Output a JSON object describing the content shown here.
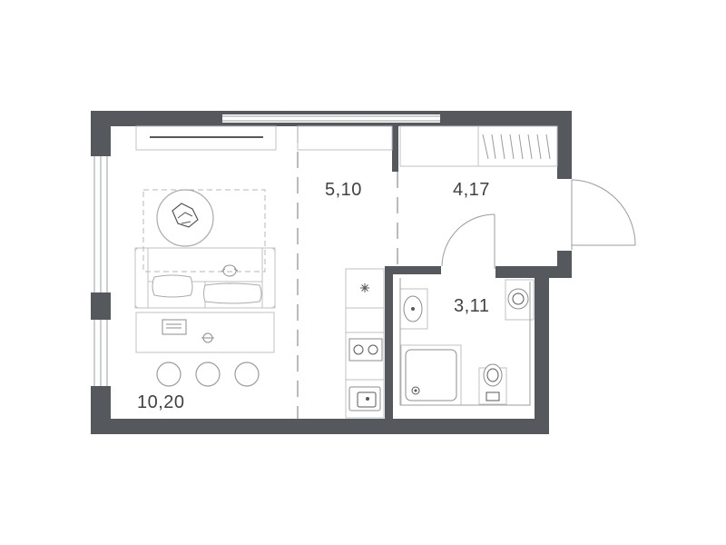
{
  "rooms": {
    "living": {
      "area": "10,20"
    },
    "kitchen": {
      "area": "5,10"
    },
    "hallway": {
      "area": "4,17"
    },
    "bathroom": {
      "area": "3,11"
    }
  },
  "colors": {
    "wall": "#55585d",
    "line": "#9a9ca1",
    "furniture": "#bfc1c4",
    "text": "#3f4247"
  },
  "icons": [
    "window",
    "door-swing",
    "sofa",
    "pillow",
    "ottoman",
    "rug",
    "desk",
    "laptop",
    "stool",
    "kitchen-cabinets",
    "hob",
    "sink",
    "bathtub-shower",
    "washbasin",
    "toilet",
    "washing-machine",
    "wardrobe",
    "tv-unit"
  ]
}
